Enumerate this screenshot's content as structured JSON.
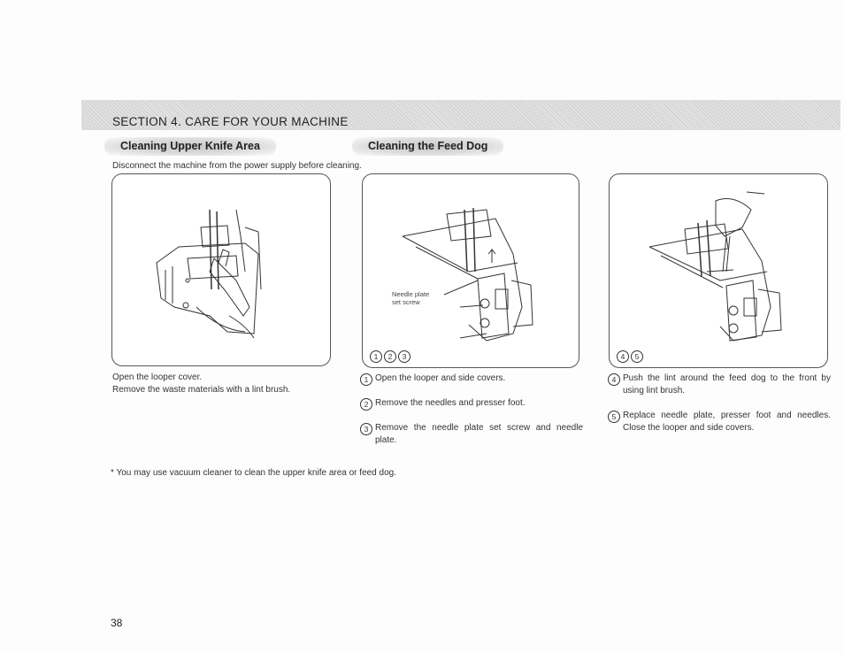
{
  "section": {
    "title": "SECTION 4.  CARE FOR YOUR MACHINE"
  },
  "headings": {
    "left": "Cleaning Upper Knife Area",
    "mid": "Cleaning the Feed Dog"
  },
  "intro": "Disconnect the machine from the power supply before cleaning.",
  "panels": {
    "p2_label_line1": "Needle plate",
    "p2_label_line2": "set screw",
    "p2_circles": [
      "1",
      "2",
      "3"
    ],
    "p3_circles": [
      "4",
      "5"
    ]
  },
  "col1": {
    "line1": "Open the looper cover.",
    "line2": "Remove the waste materials with a lint brush."
  },
  "col2": {
    "steps": [
      {
        "num": "1",
        "text": "Open the looper and side covers."
      },
      {
        "num": "2",
        "text": "Remove the needles and presser foot."
      },
      {
        "num": "3",
        "text": "Remove the needle plate set screw and needle plate."
      }
    ]
  },
  "col3": {
    "steps": [
      {
        "num": "4",
        "text": "Push the lint around the feed dog to the front by using lint brush."
      },
      {
        "num": "5",
        "text": "Replace needle plate, presser foot and needles. Close the looper and side covers."
      }
    ]
  },
  "note": "*   You may use vacuum cleaner to clean the upper knife area or feed dog.",
  "page_number": "38"
}
